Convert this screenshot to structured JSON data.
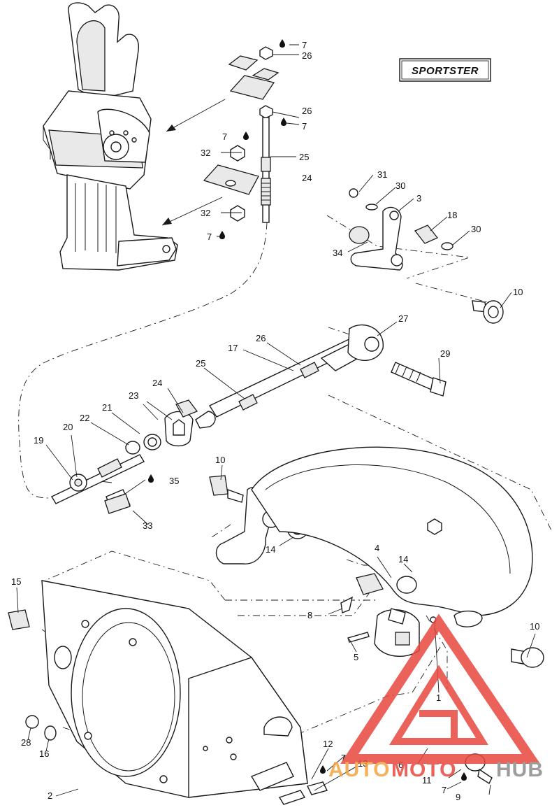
{
  "badge": {
    "text": "SPORTSTER"
  },
  "callouts": [
    {
      "id": "c7a",
      "text": "7"
    },
    {
      "id": "c26a",
      "text": "26"
    },
    {
      "id": "c26b",
      "text": "26"
    },
    {
      "id": "c7b",
      "text": "7"
    },
    {
      "id": "c7c",
      "text": "7"
    },
    {
      "id": "c32a",
      "text": "32"
    },
    {
      "id": "c25a",
      "text": "25"
    },
    {
      "id": "c24a",
      "text": "24"
    },
    {
      "id": "c32b",
      "text": "32"
    },
    {
      "id": "c7d",
      "text": "7"
    },
    {
      "id": "c31",
      "text": "31"
    },
    {
      "id": "c30a",
      "text": "30"
    },
    {
      "id": "c3",
      "text": "3"
    },
    {
      "id": "c18",
      "text": "18"
    },
    {
      "id": "c30b",
      "text": "30"
    },
    {
      "id": "c34",
      "text": "34"
    },
    {
      "id": "c10a",
      "text": "10"
    },
    {
      "id": "c27",
      "text": "27"
    },
    {
      "id": "c26c",
      "text": "26"
    },
    {
      "id": "c17",
      "text": "17"
    },
    {
      "id": "c29",
      "text": "29"
    },
    {
      "id": "c25b",
      "text": "25"
    },
    {
      "id": "c24b",
      "text": "24"
    },
    {
      "id": "c23",
      "text": "23"
    },
    {
      "id": "c21",
      "text": "21"
    },
    {
      "id": "c22",
      "text": "22"
    },
    {
      "id": "c20",
      "text": "20"
    },
    {
      "id": "c19",
      "text": "19"
    },
    {
      "id": "c10b",
      "text": "10"
    },
    {
      "id": "c35",
      "text": "35"
    },
    {
      "id": "c33",
      "text": "33"
    },
    {
      "id": "c14a",
      "text": "14"
    },
    {
      "id": "c4",
      "text": "4"
    },
    {
      "id": "c14b",
      "text": "14"
    },
    {
      "id": "c15",
      "text": "15"
    },
    {
      "id": "c8",
      "text": "8"
    },
    {
      "id": "c10c",
      "text": "10"
    },
    {
      "id": "c5",
      "text": "5"
    },
    {
      "id": "c1",
      "text": "1"
    },
    {
      "id": "c28",
      "text": "28"
    },
    {
      "id": "c16",
      "text": "16"
    },
    {
      "id": "c12",
      "text": "12"
    },
    {
      "id": "c7e",
      "text": "7"
    },
    {
      "id": "c13",
      "text": "13"
    },
    {
      "id": "c6",
      "text": "6"
    },
    {
      "id": "c11",
      "text": "11"
    },
    {
      "id": "c7f",
      "text": "7"
    },
    {
      "id": "c9",
      "text": "9"
    },
    {
      "id": "c2",
      "text": "2"
    }
  ],
  "watermark": {
    "text_auto": "AUTO",
    "text_moto": "MOTO",
    "text_hub": "HUB",
    "color_red": "#e8473f",
    "color_orange": "#f4a340",
    "color_gray": "#8c8c8c"
  }
}
